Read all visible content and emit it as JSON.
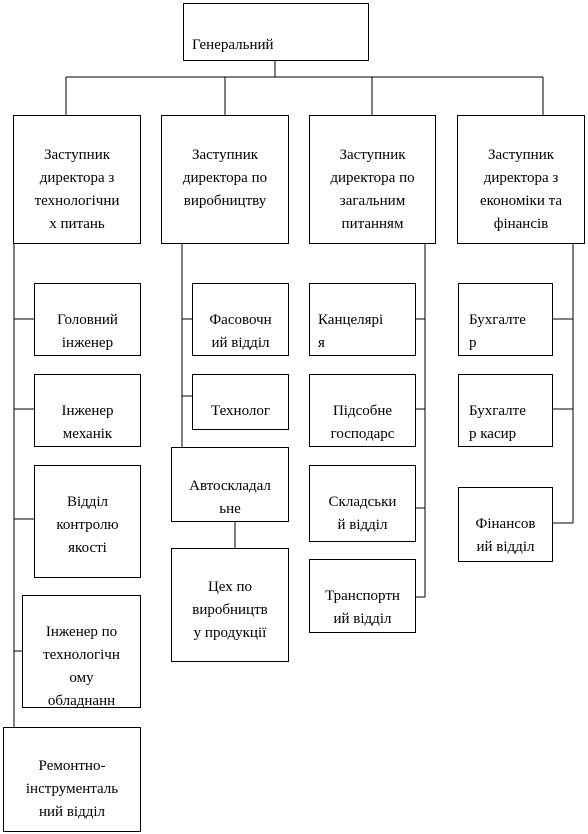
{
  "chart": {
    "director": "Генеральний\nдиректор",
    "deputies": [
      {
        "title": "Заступник\nдиректора з\nтехнологічни\nх питань",
        "units": [
          "Головний\nінженер",
          "Інженер\nмеханік",
          "Відділ\nконтролю\nякості",
          "Інженер по\nтехнологічн\nому\nобладнанн",
          "Ремонтно-\nінструменталь\nний відділ"
        ]
      },
      {
        "title": "Заступник\nдиректора по\nвиробництву",
        "units": [
          "Фасовочн\nий відділ",
          "Технолог",
          "Автоскладал\nьне\nвідділення",
          "Цех по\nвиробництв\nу продукції"
        ]
      },
      {
        "title": "Заступник\nдиректора по\nзагальним\nпитанням",
        "units": [
          "Канцелярі\nя",
          "Підсобне\nгосподарс\nтво",
          "Складськи\nй відділ",
          "Транспортн\nий відділ"
        ]
      },
      {
        "title": "Заступник\nдиректора з\nекономіки та\nфінансів",
        "units": [
          "Бухгалте\nр",
          "Бухгалте\nр касир",
          "Фінансов\nий відділ"
        ]
      }
    ]
  }
}
